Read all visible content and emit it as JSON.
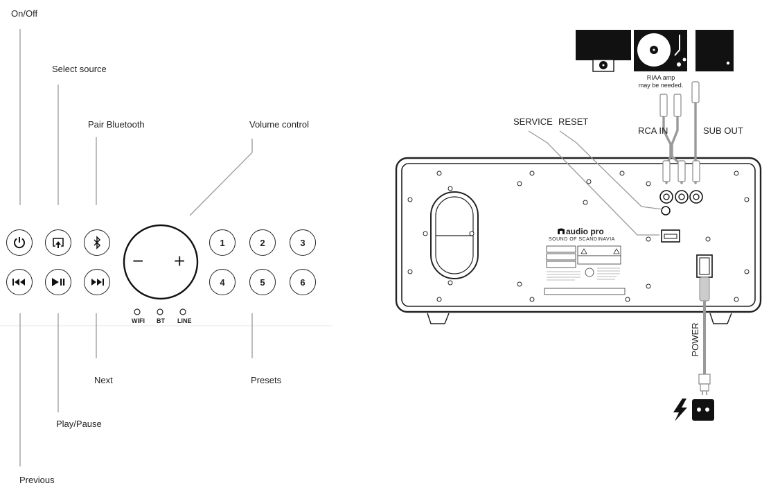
{
  "controls": {
    "on_off_label": "On/Off",
    "select_source_label": "Select source",
    "pair_bluetooth_label": "Pair Bluetooth",
    "volume_control_label": "Volume control",
    "previous_label": "Previous",
    "play_pause_label": "Play/Pause",
    "next_label": "Next",
    "presets_label": "Presets",
    "presets": [
      "1",
      "2",
      "3",
      "4",
      "5",
      "6"
    ],
    "indicators": [
      "WIFI",
      "BT",
      "LINE"
    ],
    "volume_minus": "−",
    "volume_plus": "+"
  },
  "rear": {
    "service_label": "SERVICE",
    "reset_label": "RESET",
    "rca_in_label": "RCA IN",
    "sub_out_label": "SUB OUT",
    "riaa_note": [
      "RIAA amp",
      "may be needed."
    ],
    "power_label": "POWER",
    "brand": "audio pro",
    "brand_tagline": "SOUND OF SCANDINAVIA"
  }
}
